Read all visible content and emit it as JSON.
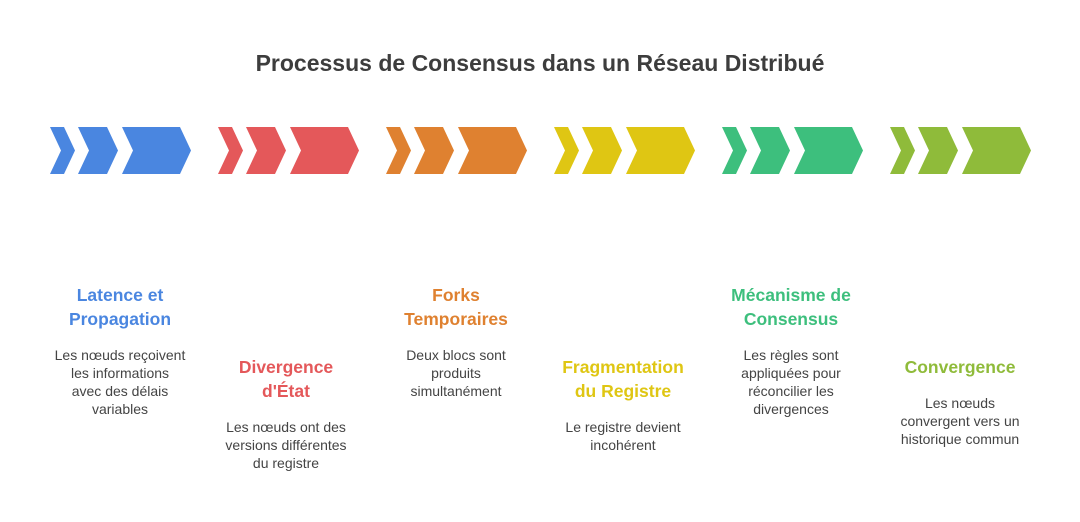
{
  "title": "Processus de Consensus dans un Réseau Distribué",
  "steps": [
    {
      "title_lines": [
        "Latence et",
        "Propagation"
      ],
      "desc_lines": [
        "Les nœuds reçoivent",
        "les informations",
        "avec des délais",
        "variables"
      ],
      "color": "#4a86e0"
    },
    {
      "title_lines": [
        "Divergence",
        "d'État"
      ],
      "desc_lines": [
        "Les nœuds ont des",
        "versions différentes",
        "du registre"
      ],
      "color": "#e4585a"
    },
    {
      "title_lines": [
        "Forks",
        "Temporaires"
      ],
      "desc_lines": [
        "Deux blocs sont",
        "produits",
        "simultanément"
      ],
      "color": "#df8130"
    },
    {
      "title_lines": [
        "Fragmentation",
        "du Registre"
      ],
      "desc_lines": [
        "Le registre devient",
        "incohérent"
      ],
      "color": "#dfc613"
    },
    {
      "title_lines": [
        "Mécanisme de",
        "Consensus"
      ],
      "desc_lines": [
        "Les règles sont",
        "appliquées pour",
        "réconcilier les",
        "divergences"
      ],
      "color": "#3dbf7d"
    },
    {
      "title_lines": [
        "Convergence"
      ],
      "desc_lines": [
        "Les nœuds",
        "convergent vers un",
        "historique commun"
      ],
      "color": "#8fbb3a"
    }
  ]
}
